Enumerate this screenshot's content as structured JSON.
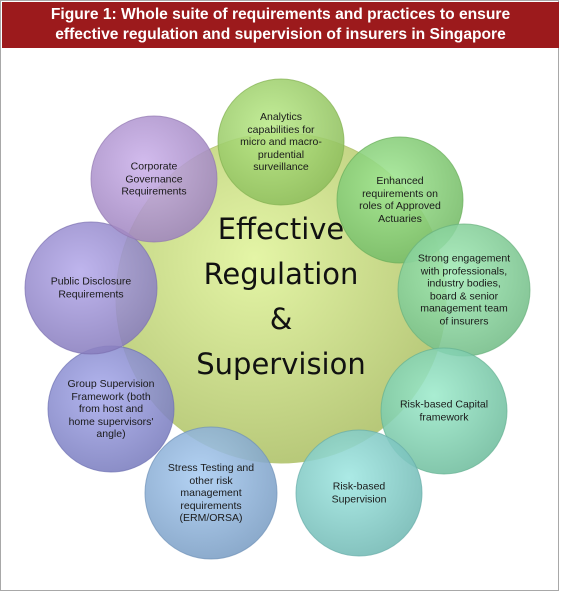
{
  "header": {
    "line1": "Figure 1: Whole suite of requirements and practices to ensure",
    "line2": "effective regulation and supervision of insurers in Singapore"
  },
  "center": {
    "lines": [
      "Effective",
      "Regulation",
      "&",
      "Supervision"
    ]
  },
  "bubbles": [
    {
      "lines": [
        "Analytics",
        "capabilities for",
        "micro and macro-",
        "prudential",
        "surveillance"
      ]
    },
    {
      "lines": [
        "Enhanced",
        "requirements on",
        "roles of Approved",
        "Actuaries"
      ]
    },
    {
      "lines": [
        "Strong engagement",
        "with professionals,",
        "industry bodies,",
        "board & senior",
        "management team",
        "of insurers"
      ]
    },
    {
      "lines": [
        "Risk-based Capital",
        "framework"
      ]
    },
    {
      "lines": [
        "Risk-based",
        "Supervision"
      ]
    },
    {
      "lines": [
        "Stress Testing and",
        "other risk",
        "management",
        "requirements",
        "(ERM/ORSA)"
      ]
    },
    {
      "lines": [
        "Group Supervision",
        "Framework (both",
        "from host and",
        "home supervisors'",
        "angle)"
      ]
    },
    {
      "lines": [
        "Public Disclosure",
        "Requirements"
      ]
    },
    {
      "lines": [
        "Corporate",
        "Governance",
        "Requirements"
      ]
    }
  ],
  "colors": {
    "header_bg": "#9c1a1c",
    "center_fill": "#c8d98a",
    "bubbles": [
      "#9fcf6e",
      "#86cc78",
      "#86cf9a",
      "#82cfb0",
      "#84cbc6",
      "#8db0d6",
      "#8c8fd0",
      "#9a8fcf",
      "#b096cf"
    ]
  }
}
